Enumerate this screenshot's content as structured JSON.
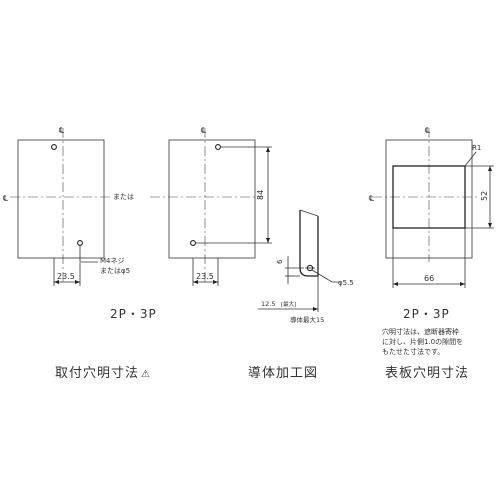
{
  "captions": {
    "left": "取付穴明寸法",
    "left_warning": "⚠",
    "middle": "導体加工図",
    "right": "表板穴明寸法"
  },
  "model_labels": {
    "left": "2P・3P",
    "right": "2P・3P"
  },
  "connector": "または",
  "dimensions": {
    "left_width": "23.5",
    "mid_width": "23.5",
    "mid_height": "84",
    "cutout_width": "66",
    "cutout_height": "52",
    "corner_radius": "R1",
    "conductor_offset": "6",
    "conductor_hole": "φ5.5",
    "conductor_length": "12.5",
    "conductor_length_suffix": "[最大]",
    "conductor_max_thickness": "導体最大15"
  },
  "screw_note": {
    "line1": "M4ネジ",
    "line2": "またはφ5"
  },
  "panel_note": {
    "line1": "穴明寸法は、遮断器寄枠",
    "line2": "に対し、片側1.0の隙間を",
    "line3": "もたせた寸法です。"
  },
  "centerline_symbol": "℄"
}
